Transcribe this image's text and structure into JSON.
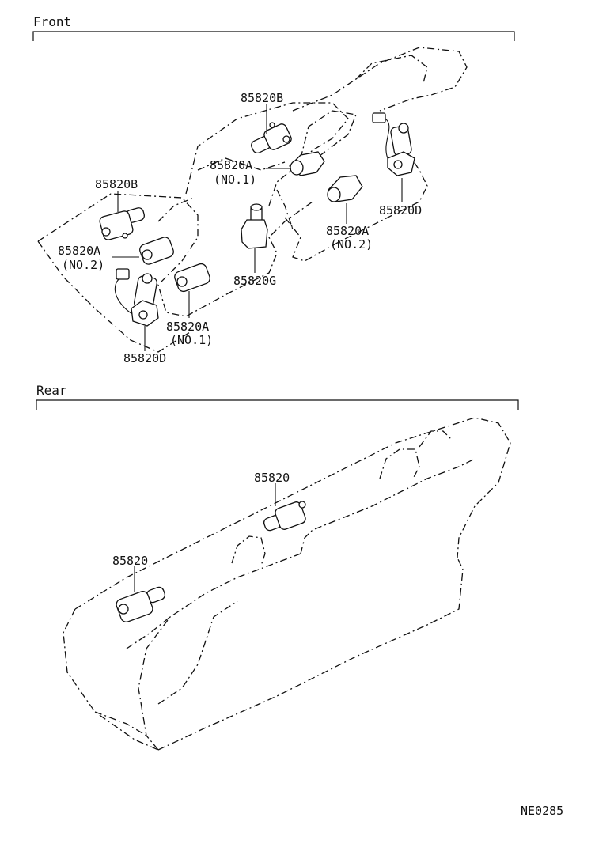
{
  "sections": {
    "front": "Front",
    "rear": "Rear"
  },
  "front_labels": {
    "top_b": "85820B",
    "center_a1": "85820A",
    "center_a1_no": "(NO.1)",
    "left_b": "85820B",
    "left_a2": "85820A",
    "left_a2_no": "(NO.2)",
    "right_d": "85820D",
    "right_a2": "85820A",
    "right_a2_no": "(NO.2)",
    "center_g": "85820G",
    "bottom_a1": "85820A",
    "bottom_a1_no": "(NO.1)",
    "bottom_d": "85820D"
  },
  "rear_labels": {
    "upper": "85820",
    "lower": "85820"
  },
  "figure_ref": "NE0285"
}
